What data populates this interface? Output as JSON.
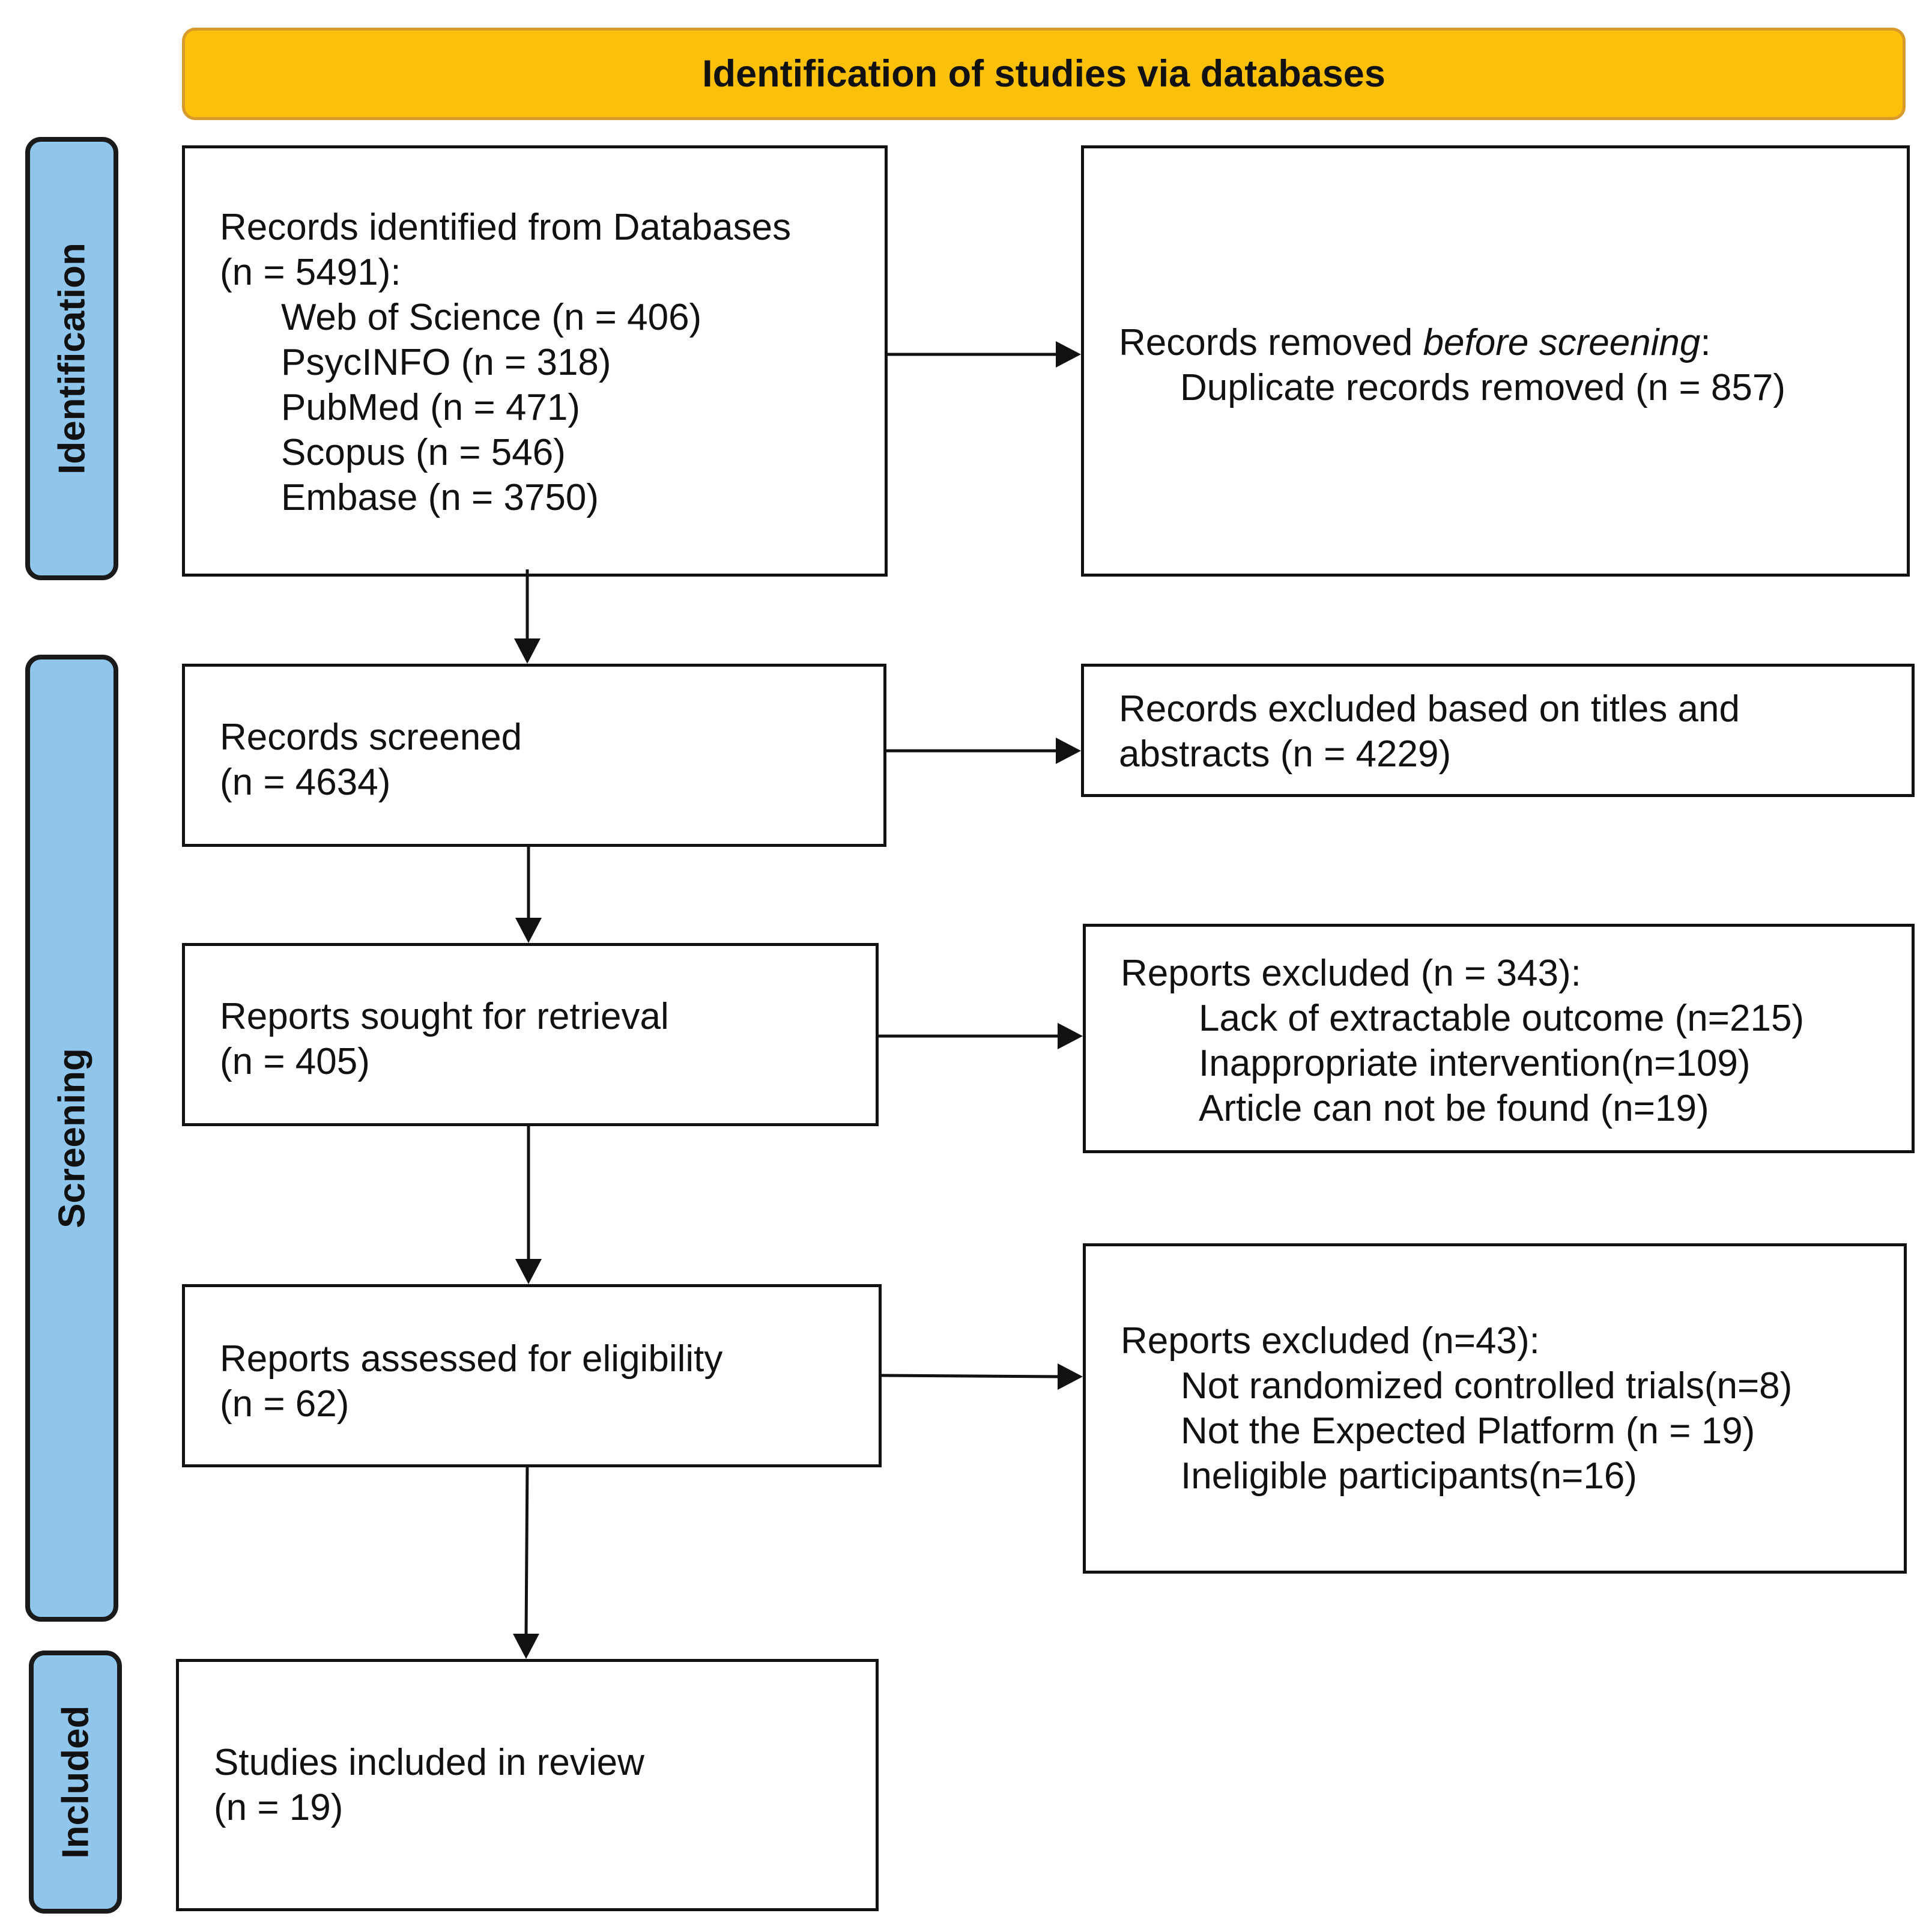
{
  "banner": {
    "title": "Identification of studies via databases"
  },
  "phases": {
    "identification": "Identification",
    "screening": "Screening",
    "included": "Included"
  },
  "boxes": {
    "identified": {
      "line1": "Records identified from Databases",
      "line2": "(n = 5491):",
      "sources": [
        "Web of Science (n = 406)",
        "PsycINFO (n = 318)",
        "PubMed (n = 471)",
        "Scopus (n = 546)",
        "Embase (n = 3750)"
      ]
    },
    "removed": {
      "prefix": "Records removed ",
      "emphasis": "before screening",
      "suffix": ":",
      "detail": "Duplicate records removed (n = 857)"
    },
    "screened": {
      "line1": "Records screened",
      "line2": "(n = 4634)"
    },
    "excluded_titles": {
      "line1": "Records excluded based on titles and",
      "line2": "abstracts (n = 4229)"
    },
    "sought": {
      "line1": "Reports sought for retrieval",
      "line2": "(n = 405)"
    },
    "excluded_reports": {
      "header": "Reports excluded (n = 343):",
      "reasons": [
        "Lack of extractable outcome (n=215)",
        "Inappropriate intervention(n=109)",
        "Article can not be found (n=19)"
      ]
    },
    "assessed": {
      "line1": "Reports assessed for eligibility",
      "line2": "(n = 62)"
    },
    "excluded_eligibility": {
      "header": "Reports excluded (n=43):",
      "reasons": [
        "Not randomized controlled trials(n=8)",
        "Not the Expected Platform (n = 19)",
        "Ineligible participants(n=16)"
      ]
    },
    "included": {
      "line1": "Studies included in review",
      "line2": "(n = 19)"
    }
  }
}
